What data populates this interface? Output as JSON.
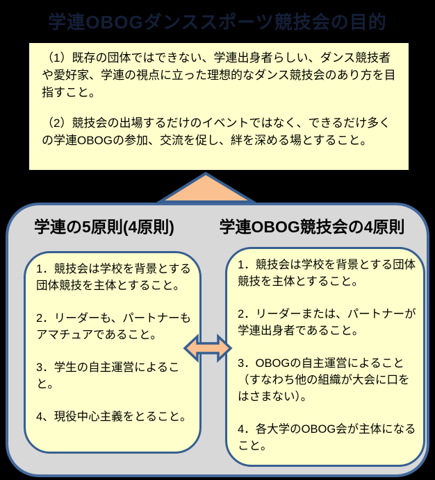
{
  "title": "学連OBOGダンススポーツ競技会の目的",
  "goal_box": {
    "paragraphs": [
      "（1）既存の団体ではできない、学連出身者らしい、ダンス競技者や愛好家、学連の視点に立った理想的なダンス競技会のあり方を目指すこと。",
      "（2）競技会の出場するだけのイベントではなく、できるだけ多くの学連OBOGの参加、交流を促し、絆を深める場とすること。"
    ]
  },
  "left_panel": {
    "heading": "学連の5原則(4原則)",
    "items": [
      "1．競技会は学校を背景とする団体競技を主体とすること。",
      "2．リーダーも、パートナーもアマチュアであること。",
      "3．学生の自主運営によること。",
      "4、現役中心主義をとること。"
    ]
  },
  "right_panel": {
    "heading": "学連OBOG競技会の4原則",
    "items": [
      "1．競技会は学校を背景とする団体競技を主体とすること。",
      "2．リーダーまたは、パートナーが学連出身者であること。",
      "3．OBOGの自主運営によること（すなわち他の組織が大会に口をはさまない）。",
      "4．各大学のOBOG会が主体になること。"
    ]
  },
  "icons": {
    "up_arrow": "up-arrow",
    "double_arrow": "left-right-arrow"
  },
  "colors": {
    "background": "#000000",
    "title_text": "#141F38",
    "box_fill_yellow": "#FFFFCC",
    "group_fill_gray": "#D8D8D8",
    "group_border_blue": "#44699D",
    "box_border_blue": "#365F91",
    "arrow_fill_peach": "#FAC090",
    "body_text": "#000000"
  }
}
